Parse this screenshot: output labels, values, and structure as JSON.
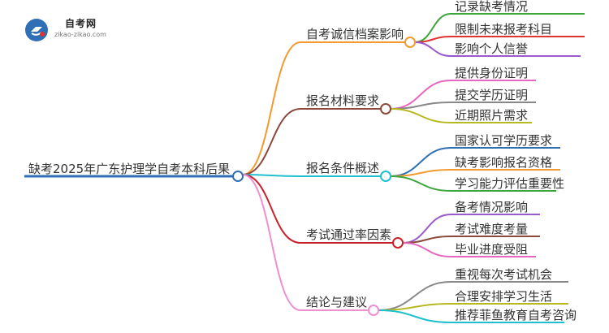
{
  "logo": {
    "title": "自考网",
    "subtitle": "zikao-zikao.com"
  },
  "mindmap": {
    "root": "缺考2025年广东护理学自考本科后果",
    "branches": [
      {
        "label": "自考诚信档案影响",
        "color": "#f39a2e",
        "children": [
          {
            "label": "记录缺考情况",
            "color": "#3aa63a"
          },
          {
            "label": "限制未来报考科目",
            "color": "#e0332f"
          },
          {
            "label": "影响个人信誉",
            "color": "#9b59c9"
          }
        ]
      },
      {
        "label": "报名材料要求",
        "color": "#8b4a3c",
        "children": [
          {
            "label": "提供身份证明",
            "color": "#e667c2"
          },
          {
            "label": "提交学历证明",
            "color": "#888888"
          },
          {
            "label": "近期照片需求",
            "color": "#b8b820"
          }
        ]
      },
      {
        "label": "报名条件概述",
        "color": "#1ec0d0",
        "children": [
          {
            "label": "国家认可学历要求",
            "color": "#2f6fb5"
          },
          {
            "label": "缺考影响报名资格",
            "color": "#f39a2e"
          },
          {
            "label": "学习能力评估重要性",
            "color": "#3aa63a"
          }
        ]
      },
      {
        "label": "考试通过率因素",
        "color": "#c8232c",
        "children": [
          {
            "label": "备考情况影响",
            "color": "#9b59c9"
          },
          {
            "label": "考试难度考量",
            "color": "#8b4a3c"
          },
          {
            "label": "毕业进度受阻",
            "color": "#e667c2"
          }
        ]
      },
      {
        "label": "结论与建议",
        "color": "#ee8fd2",
        "children": [
          {
            "label": "重视每次考试机会",
            "color": "#888888"
          },
          {
            "label": "合理安排学习生活",
            "color": "#b8b820"
          },
          {
            "label": "推荐菲鱼教育自考咨询",
            "color": "#1ec0d0"
          }
        ]
      }
    ]
  },
  "colors": {
    "root_line": "#2f6fb5",
    "root_node": "#2f6fb5"
  }
}
